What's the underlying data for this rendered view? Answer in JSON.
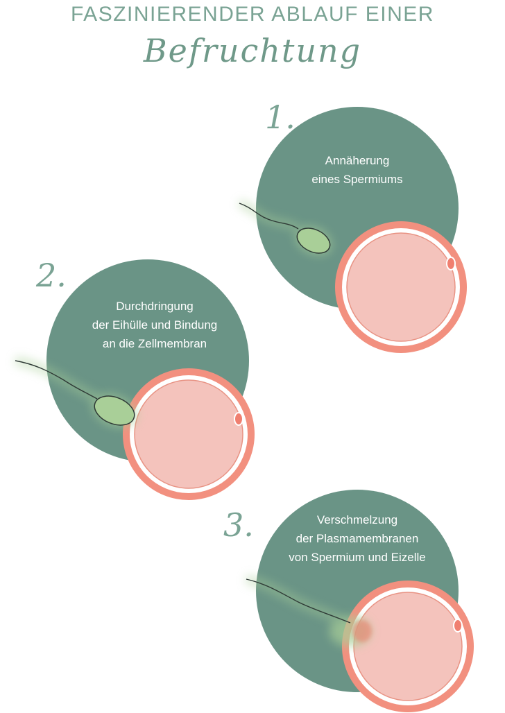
{
  "title": {
    "line1": "FASZINIERENDER ABLAUF EINER",
    "line2": "Befruchtung"
  },
  "steps": [
    {
      "number": "1.",
      "caption_lines": [
        "Annäherung",
        "eines Spermiums"
      ]
    },
    {
      "number": "2.",
      "caption_lines": [
        "Durchdringung",
        "der Eihülle und Bindung",
        "an die Zellmembran"
      ]
    },
    {
      "number": "3.",
      "caption_lines": [
        "Verschmelzung",
        "der Plasmamembranen",
        "von Spermium und Eizelle"
      ]
    }
  ],
  "colors": {
    "teal": "#6a9486",
    "egg_ring": "#f2907f",
    "egg_fill": "#f4c3bc",
    "sperm_green": "#a9cf98",
    "title_green": "#7aa394"
  }
}
